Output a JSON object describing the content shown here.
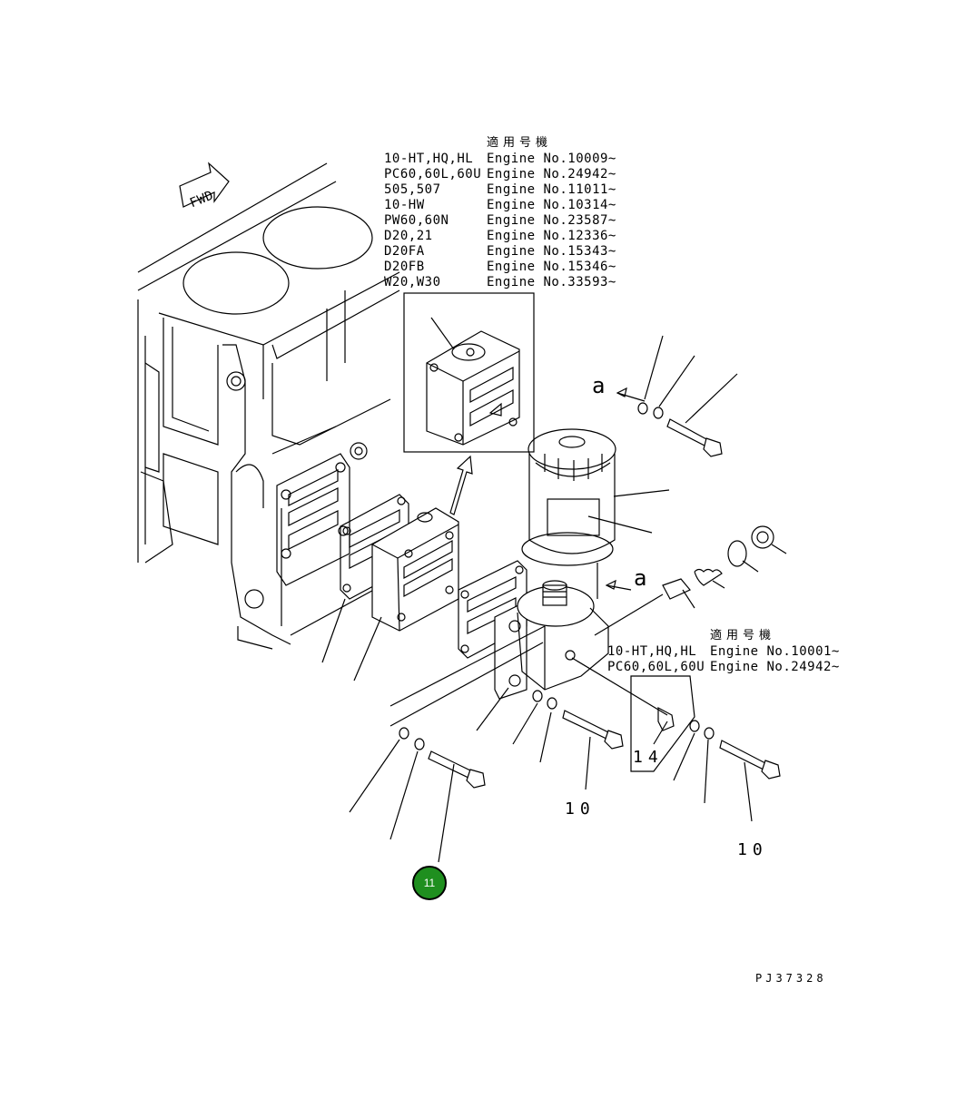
{
  "top_table": {
    "header": "適用号機",
    "rows": [
      {
        "model": "10-HT,HQ,HL",
        "engine": "Engine No.10009~"
      },
      {
        "model": "PC60,60L,60U",
        "engine": "Engine No.24942~"
      },
      {
        "model": "505,507",
        "engine": "Engine No.11011~"
      },
      {
        "model": "10-HW",
        "engine": "Engine No.10314~"
      },
      {
        "model": "PW60,60N",
        "engine": "Engine No.23587~"
      },
      {
        "model": "D20,21",
        "engine": "Engine No.12336~"
      },
      {
        "model": "D20FA",
        "engine": "Engine No.15343~"
      },
      {
        "model": "D20FB",
        "engine": "Engine No.15346~"
      },
      {
        "model": "W20,W30",
        "engine": "Engine No.33593~"
      }
    ]
  },
  "mid_table": {
    "header": "適用号機",
    "rows": [
      {
        "model": "10-HT,HQ,HL",
        "engine": "Engine No.10001~"
      },
      {
        "model": "PC60,60L,60U",
        "engine": "Engine No.24942~"
      }
    ]
  },
  "fwd_label": "FWD",
  "view_marker": "a",
  "part_numbers": {
    "p10_a": "10",
    "p10_b": "10",
    "p14": "14"
  },
  "callout": {
    "label": "11",
    "color": "#1f8f1f"
  },
  "drawing_ref": "PJ37328"
}
